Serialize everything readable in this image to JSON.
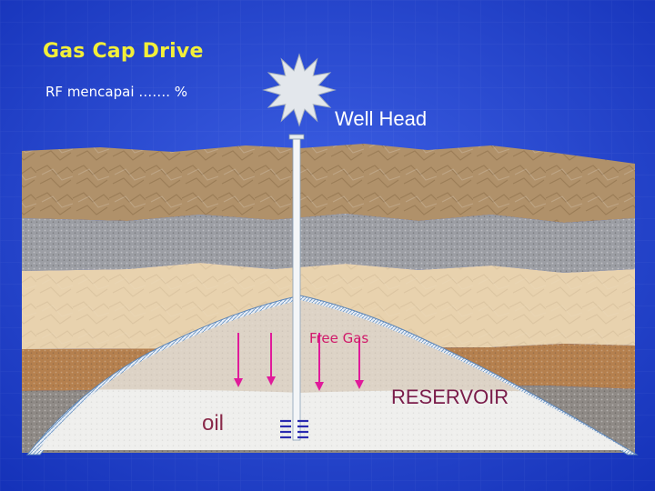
{
  "slide": {
    "title": "Gas Cap Drive",
    "subtitle": "RF mencapai ……. %"
  },
  "diagram": {
    "well_head_label": "Well Head",
    "free_gas_label": "Free Gas",
    "reservoir_label": "RESERVOIR",
    "oil_label": "oil"
  },
  "colors": {
    "background": "#1f3fc8",
    "title": "#f2ef3a",
    "arrow": "#e01a9a",
    "free_gas_text": "#d01a6a",
    "reservoir_text": "#7a1c4a"
  },
  "icons": [
    "wellhead-starburst-icon",
    "downward-arrow-icon",
    "perforation-icon"
  ]
}
